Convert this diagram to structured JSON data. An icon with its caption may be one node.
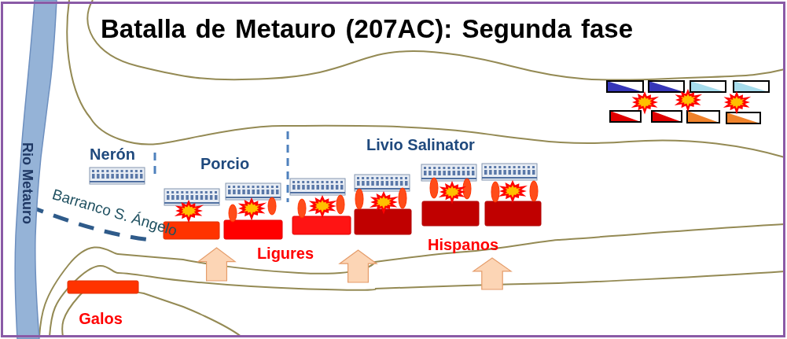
{
  "diagram": {
    "title": "Batalla de Metauro (207AC): Segunda fase",
    "labels": [
      "Rio Metauro",
      "Livio Salinator",
      "Nerón",
      "Porcio",
      "Barranco S. Ángelo",
      "Hispanos",
      "Ligures",
      "Galos"
    ]
  }
}
